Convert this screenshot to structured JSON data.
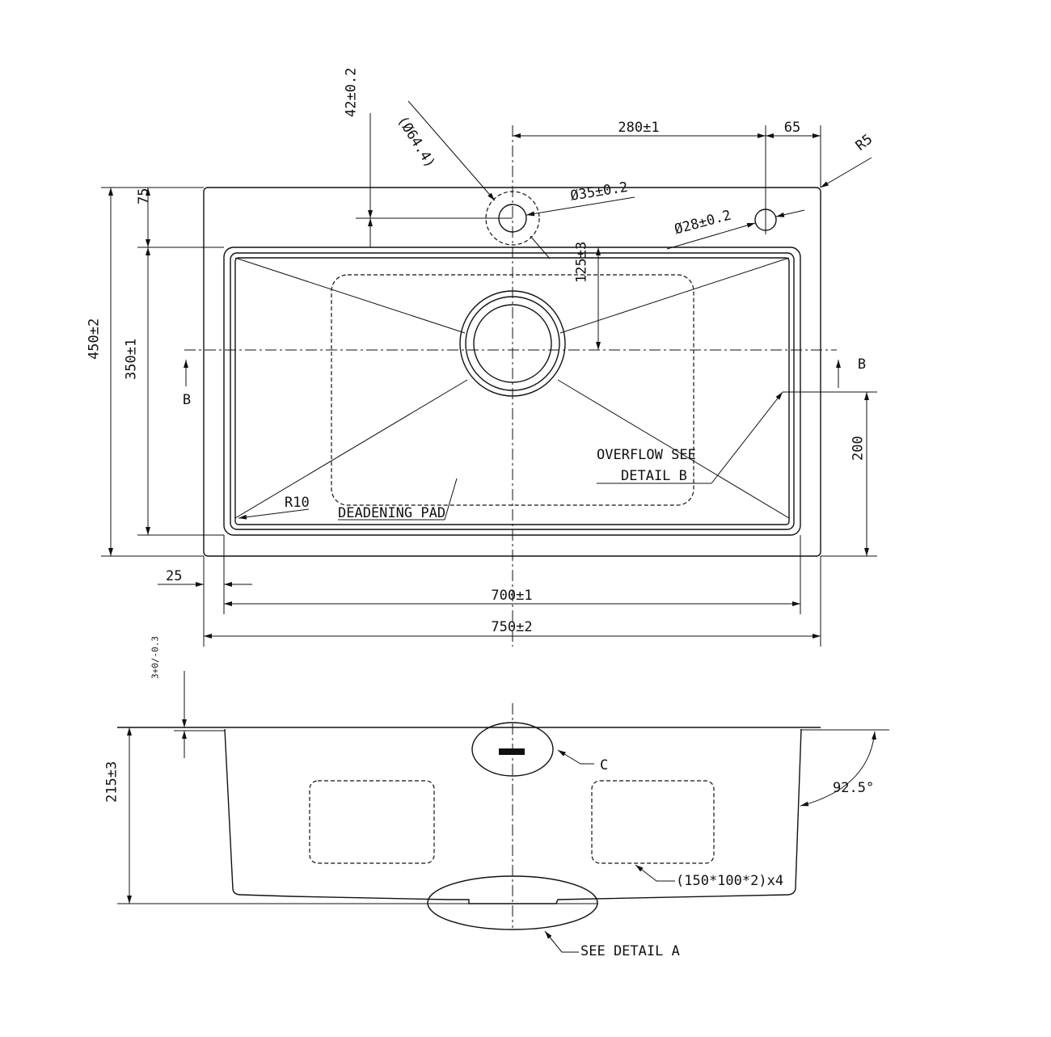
{
  "top_view": {
    "dim_280": "280±1",
    "dim_65": "65",
    "dim_42": "42±0.2",
    "dim_dia64": "(Ø64.4)",
    "dim_dia35": "Ø35±0.2",
    "dim_dia28": "Ø28±0.2",
    "dim_r5": "R5",
    "dim_125": "125±3",
    "dim_75": "75",
    "dim_450": "450±2",
    "dim_350": "350±1",
    "section_left": "B",
    "section_right": "B",
    "dim_200": "200",
    "overflow_line1": "OVERFLOW   SEE",
    "overflow_line2": "DETAIL   B",
    "dim_r10": "R10",
    "deadening_pad": "DEADENING PAD",
    "dim_25": "25",
    "dim_700": "700±1",
    "dim_750": "750±2"
  },
  "side_view": {
    "dim_thickness": "3+0/-0.3",
    "dim_215": "215±3",
    "label_c": "C",
    "dim_angle": "92.5°",
    "pad_size": "(150*100*2)x4",
    "see_detail_a": "SEE   DETAIL     A"
  }
}
